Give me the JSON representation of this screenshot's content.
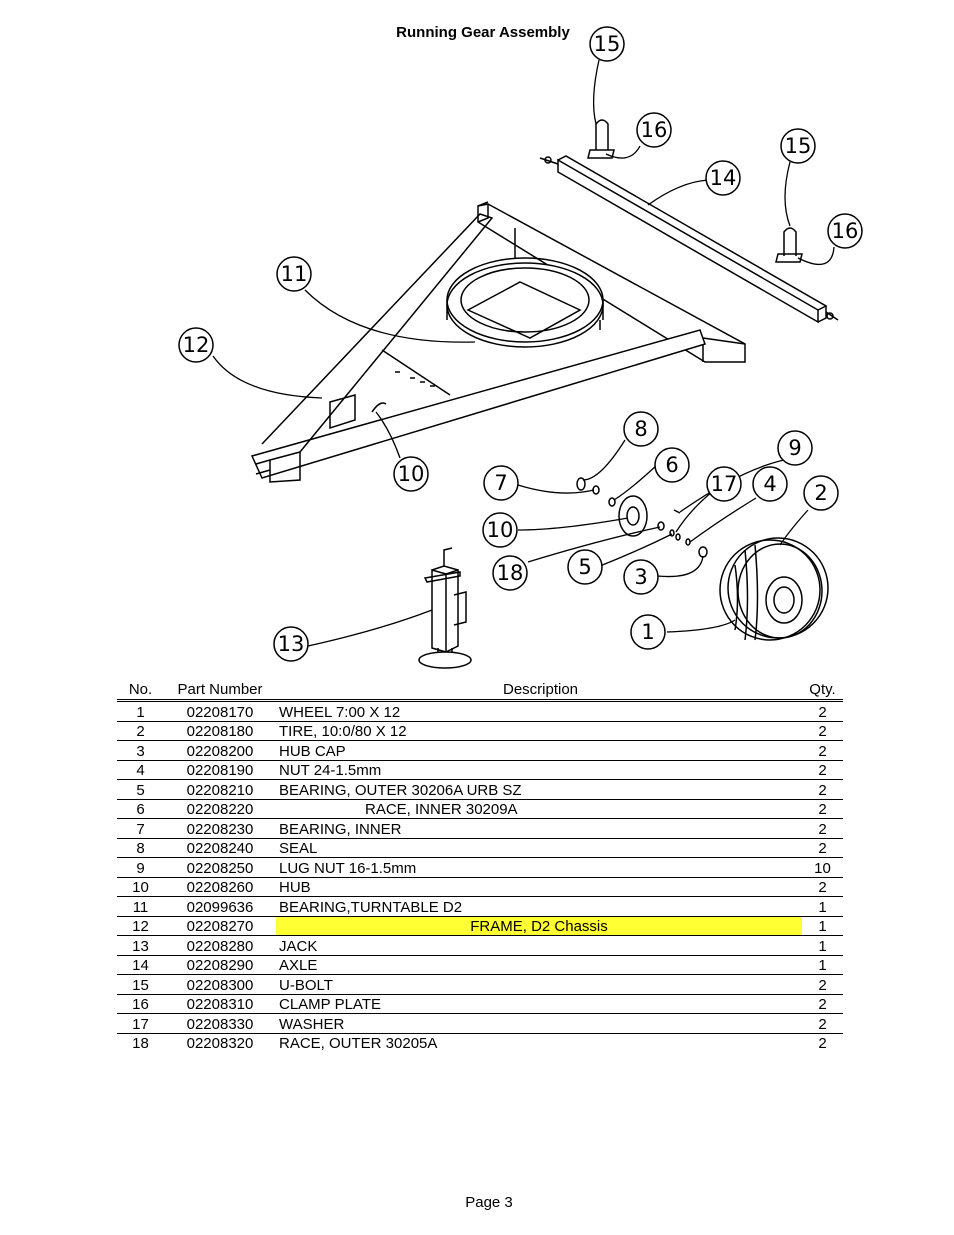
{
  "title": "Running Gear Assembly",
  "callouts": [
    "15",
    "16",
    "14",
    "15",
    "16",
    "11",
    "12",
    "10",
    "8",
    "6",
    "9",
    "7",
    "17",
    "4",
    "2",
    "10",
    "18",
    "5",
    "3",
    "1",
    "13"
  ],
  "table": {
    "headers": {
      "no": "No.",
      "part_number": "Part Number",
      "description": "Description",
      "qty": "Qty."
    },
    "rows": [
      {
        "no": "1",
        "part_number": "02208170",
        "description": "WHEEL 7:00 X 12",
        "qty": "2"
      },
      {
        "no": "2",
        "part_number": "02208180",
        "description": "TIRE, 10:0/80 X 12",
        "qty": "2"
      },
      {
        "no": "3",
        "part_number": "02208200",
        "description": "HUB CAP",
        "qty": "2"
      },
      {
        "no": "4",
        "part_number": "02208190",
        "description": "NUT 24-1.5mm",
        "qty": "2"
      },
      {
        "no": "5",
        "part_number": "02208210",
        "description": "BEARING, OUTER 30206A URB SZ",
        "qty": "2"
      },
      {
        "no": "6",
        "part_number": "02208220",
        "description": "RACE, INNER 30209A",
        "qty": "2"
      },
      {
        "no": "7",
        "part_number": "02208230",
        "description": "BEARING, INNER",
        "qty": "2"
      },
      {
        "no": "8",
        "part_number": "02208240",
        "description": "SEAL",
        "qty": "2"
      },
      {
        "no": "9",
        "part_number": "02208250",
        "description": "LUG NUT 16-1.5mm",
        "qty": "10"
      },
      {
        "no": "10",
        "part_number": "02208260",
        "description": "HUB",
        "qty": "2"
      },
      {
        "no": "11",
        "part_number": "02099636",
        "description": "BEARING,TURNTABLE D2",
        "qty": "1"
      },
      {
        "no": "12",
        "part_number": "02208270",
        "description": "FRAME, D2 Chassis",
        "qty": "1"
      },
      {
        "no": "13",
        "part_number": "02208280",
        "description": "JACK",
        "qty": "1"
      },
      {
        "no": "14",
        "part_number": "02208290",
        "description": "AXLE",
        "qty": "1"
      },
      {
        "no": "15",
        "part_number": "02208300",
        "description": "U-BOLT",
        "qty": "2"
      },
      {
        "no": "16",
        "part_number": "02208310",
        "description": "CLAMP PLATE",
        "qty": "2"
      },
      {
        "no": "17",
        "part_number": "02208330",
        "description": "WASHER",
        "qty": "2"
      },
      {
        "no": "18",
        "part_number": "02208320",
        "description": "RACE, OUTER 30205A",
        "qty": "2"
      }
    ],
    "highlight_color": "#ffff33"
  },
  "footer": {
    "page_label": "Page 3"
  }
}
